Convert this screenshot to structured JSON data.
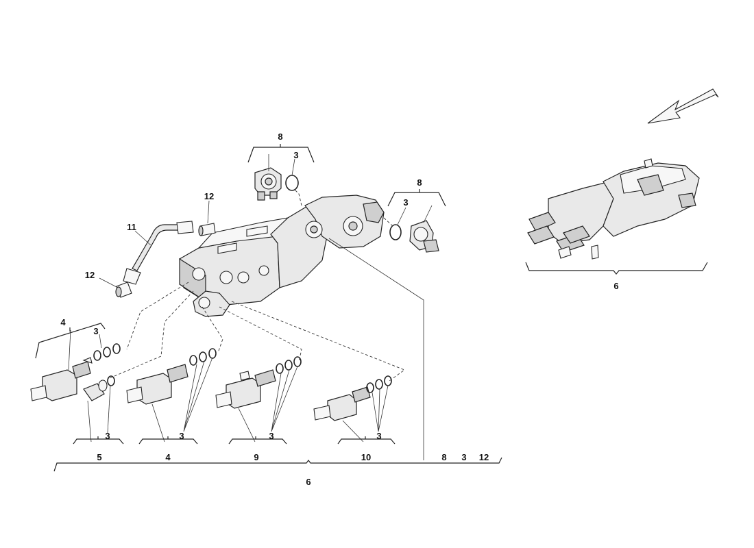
{
  "labels": {
    "top_group_8": "8",
    "top_group_3": "3",
    "right_group_8": "8",
    "right_group_3": "3",
    "pipe_12_top": "12",
    "pipe_11": "11",
    "pipe_12_left": "12",
    "left_group_4": "4",
    "left_group_3": "3",
    "sol1_3": "3",
    "sol2_3": "3",
    "sol3_3": "3",
    "sol4_3": "3",
    "sub_5": "5",
    "sub_4": "4",
    "sub_9": "9",
    "sub_10": "10",
    "bottom_8": "8",
    "bottom_3": "3",
    "bottom_12": "12",
    "bottom_6": "6",
    "inset_6": "6"
  },
  "icons": {
    "direction_arrow": "direction-arrow-icon"
  }
}
